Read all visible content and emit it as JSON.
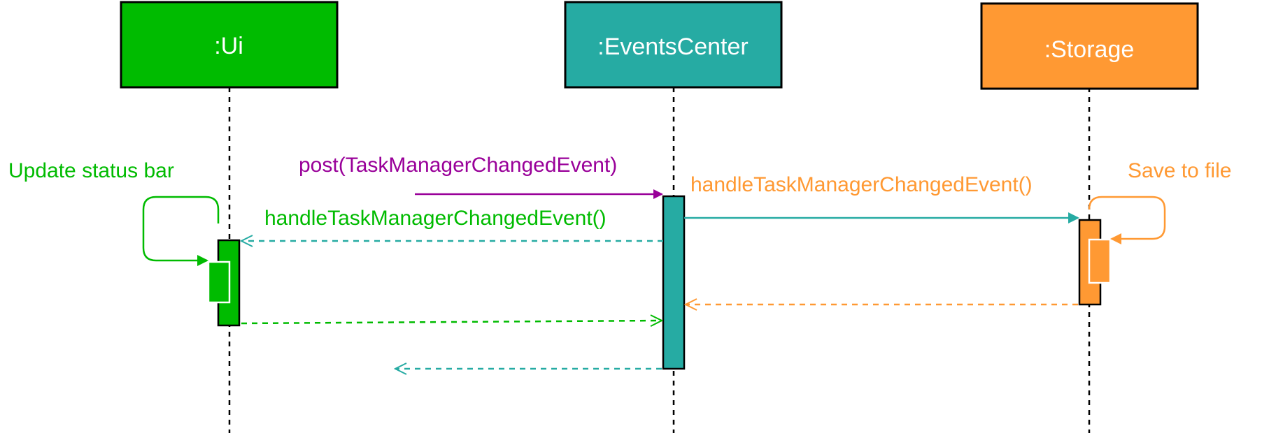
{
  "participants": {
    "ui": {
      "label": ":Ui",
      "color": "#00bb00"
    },
    "events_center": {
      "label": ":EventsCenter",
      "color": "#26aba3"
    },
    "storage": {
      "label": ":Storage",
      "color": "#ff9933"
    }
  },
  "messages": {
    "post": {
      "label": "post(TaskManagerChangedEvent)",
      "color": "#990099",
      "style": "solid"
    },
    "handle_to_storage": {
      "label": "handleTaskManagerChangedEvent()",
      "color": "#ff9933",
      "arrow_color": "#26aba3",
      "style": "solid"
    },
    "handle_to_ui": {
      "label": "handleTaskManagerChangedEvent()",
      "color": "#00bb00",
      "arrow_color": "#26aba3",
      "style": "dashed"
    },
    "update_status_bar": {
      "label": "Update status bar",
      "color": "#00bb00",
      "style": "self"
    },
    "save_to_file": {
      "label": "Save to file",
      "color": "#ff9933",
      "style": "self"
    }
  }
}
